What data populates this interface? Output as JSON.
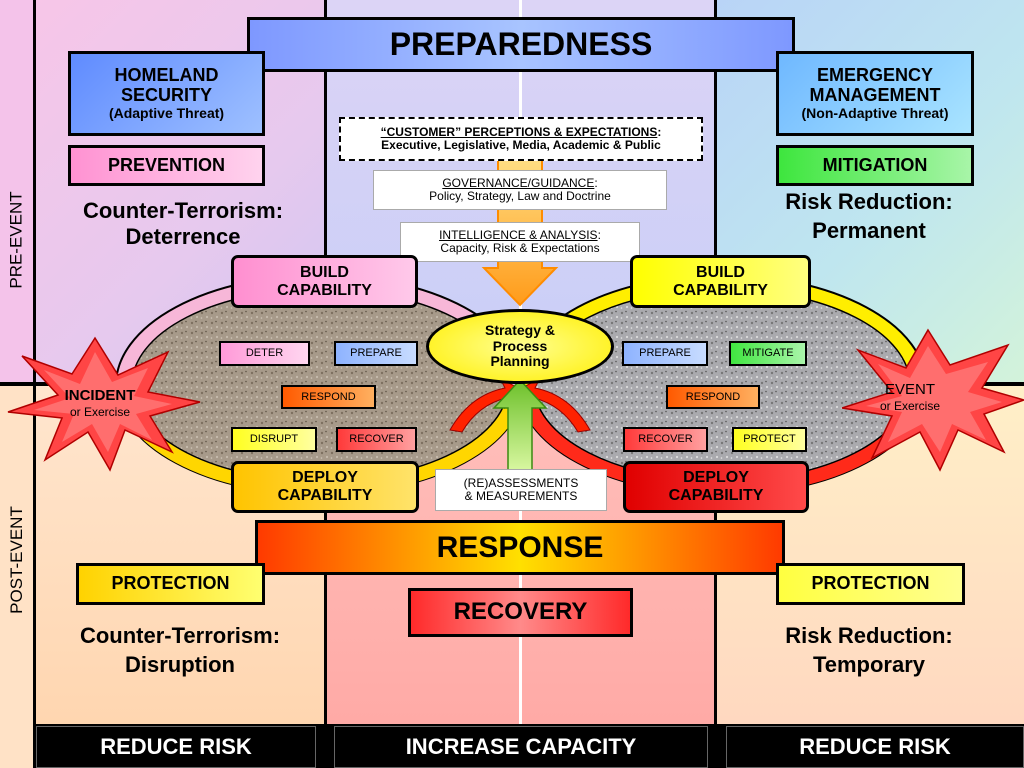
{
  "header": {
    "title": "PREPAREDNESS"
  },
  "left": {
    "homeland": {
      "line1": "HOMELAND",
      "line2": "SECURITY",
      "sub": "(Adaptive Threat)"
    },
    "prevention": "PREVENTION",
    "pre_caption": {
      "line1": "Counter-Terrorism:",
      "line2": "Deterrence"
    },
    "protection": "PROTECTION",
    "post_caption": {
      "line1": "Counter-Terrorism:",
      "line2": "Disruption"
    },
    "build": {
      "line1": "BUILD",
      "line2": "CAPABILITY"
    },
    "deploy": {
      "line1": "DEPLOY",
      "line2": "CAPABILITY"
    },
    "incident": {
      "title": "INCIDENT",
      "sub": "or Exercise"
    },
    "deter": "DETER",
    "prepare": "PREPARE",
    "respond": "RESPOND",
    "disrupt": "DISRUPT",
    "recover": "RECOVER"
  },
  "right": {
    "emergency": {
      "line1": "EMERGENCY",
      "line2": "MANAGEMENT",
      "sub": "(Non-Adaptive Threat)"
    },
    "mitigation": "MITIGATION",
    "pre_caption": {
      "line1": "Risk Reduction:",
      "line2": "Permanent"
    },
    "protection": "PROTECTION",
    "post_caption": {
      "line1": "Risk Reduction:",
      "line2": "Temporary"
    },
    "build": {
      "line1": "BUILD",
      "line2": "CAPABILITY"
    },
    "deploy": {
      "line1": "DEPLOY",
      "line2": "CAPABILITY"
    },
    "event": {
      "title": "EVENT",
      "sub": "or Exercise"
    },
    "prepare": "PREPARE",
    "mitigate": "MITIGATE",
    "respond": "RESPOND",
    "recover": "RECOVER",
    "protect": "PROTECT"
  },
  "center": {
    "customer": {
      "title": "“CUSTOMER” PERCEPTIONS & EXPECTATIONS",
      "suffix": ":",
      "detail": "Executive, Legislative, Media, Academic & Public"
    },
    "governance": {
      "title": "GOVERNANCE/GUIDANCE",
      "suffix": ":",
      "detail": "Policy, Strategy, Law and Doctrine"
    },
    "intelligence": {
      "title": "INTELLIGENCE & ANALYSIS",
      "suffix": ":",
      "detail": "Capacity, Risk & Expectations"
    },
    "strategy": {
      "line1": "Strategy &",
      "line2": "Process",
      "line3": "Planning"
    },
    "assessments": {
      "line1": "(RE)ASSESSMENTS",
      "line2": "& MEASUREMENTS"
    },
    "response": "RESPONSE",
    "recovery": "RECOVERY"
  },
  "sidebar": {
    "pre_event": "PRE-EVENT",
    "post_event": "POST-EVENT"
  },
  "footer": {
    "left": "REDUCE RISK",
    "center": "INCREASE CAPACITY",
    "right": "REDUCE RISK"
  },
  "colors": {
    "pink": "#f9a8d8",
    "blue_box": "#8fb0ff",
    "yellow": "#ffff00",
    "red": "#ee1111",
    "orange": "#ffb000",
    "green": "#55ee55",
    "footer": "#000000"
  }
}
